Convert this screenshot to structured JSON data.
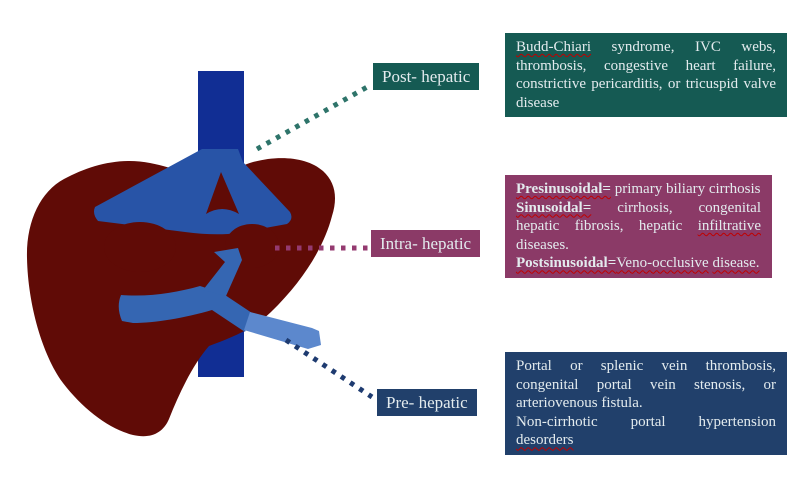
{
  "colors": {
    "background": "#ffffff",
    "liver": "#600b06",
    "ivc": "#112e94",
    "hepatic_veins": "#2854a7",
    "portal_vein": "#3566b2",
    "portal_vein_tip": "#5c88cd",
    "post_accent": "#155a53",
    "intra_accent": "#8b3a67",
    "pre_accent": "#21406b",
    "connector_post": "#2e746a",
    "connector_intra": "#943a70",
    "connector_pre": "#1e3b70",
    "box_text": "#e3ebee",
    "squiggle": "#c00000"
  },
  "labels": {
    "post": "Post- hepatic",
    "intra": "Intra- hepatic",
    "pre": "Pre- hepatic"
  },
  "boxes": {
    "post_hepatic": {
      "paragraphs": [
        [
          {
            "t": "Budd-Chiari",
            "sq": true
          },
          {
            "t": " syndrome, IVC webs, thrombosis, congestive heart failure, constrictive pericarditis, or tricuspid valve disease"
          }
        ]
      ]
    },
    "intra_hepatic": {
      "paragraphs": [
        [
          {
            "t": "Presinusoidal=",
            "b": true,
            "sq": true
          },
          {
            "t": " primary biliary cirrhosis"
          }
        ],
        [
          {
            "t": "Sinusoidal=",
            "b": true,
            "sq": true
          },
          {
            "t": " cirrhosis, congenital hepatic fibrosis, hepatic "
          },
          {
            "t": "infiltrative",
            "sq": true
          },
          {
            "t": " diseases."
          }
        ],
        [
          {
            "t": "Postsinusoidal=",
            "b": true,
            "sq": true
          },
          {
            "t": "Veno-occlusive",
            "sq": true
          },
          {
            "t": " "
          },
          {
            "t": "disease.",
            "sq": true
          }
        ]
      ]
    },
    "pre_hepatic": {
      "paragraphs": [
        [
          {
            "t": "Portal or splenic vein thrombosis, congenital portal vein stenosis, or arteriovenous fistula."
          }
        ],
        [
          {
            "t": "Non-cirrhotic portal hypertension "
          },
          {
            "t": "desorders",
            "sq": true
          }
        ]
      ]
    }
  },
  "illustration": {
    "parts": [
      "liver",
      "inferior-vena-cava",
      "hepatic-veins",
      "portal-vein"
    ]
  }
}
